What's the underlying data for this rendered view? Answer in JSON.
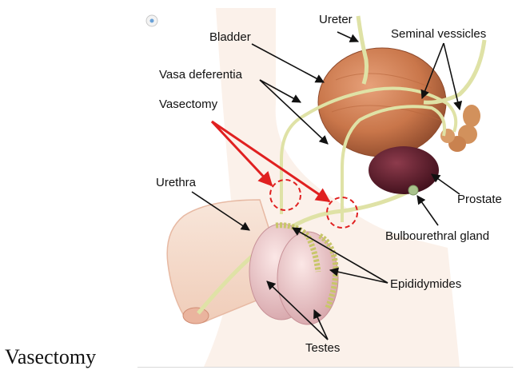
{
  "caption": "Vasectomy",
  "labels": {
    "ureter": "Ureter",
    "bladder": "Bladder",
    "seminal_vesicles": "Seminal vessicles",
    "vasa_deferentia": "Vasa deferentia",
    "vasectomy": "Vasectomy",
    "urethra": "Urethra",
    "prostate": "Prostate",
    "bulbourethral_gland": "Bulbourethral gland",
    "epididymides": "Epididymides",
    "testes": "Testes"
  },
  "colors": {
    "skin": "#f5dccd",
    "bladder": "#c9764a",
    "prostate": "#5a1c2a",
    "duct": "#dfe2a6",
    "testis": "#e9c3c6",
    "epididymis": "#c8c66a",
    "vesicle": "#d2915c",
    "highlight": "#e02020"
  },
  "icons": {
    "corner": "info-icon"
  }
}
